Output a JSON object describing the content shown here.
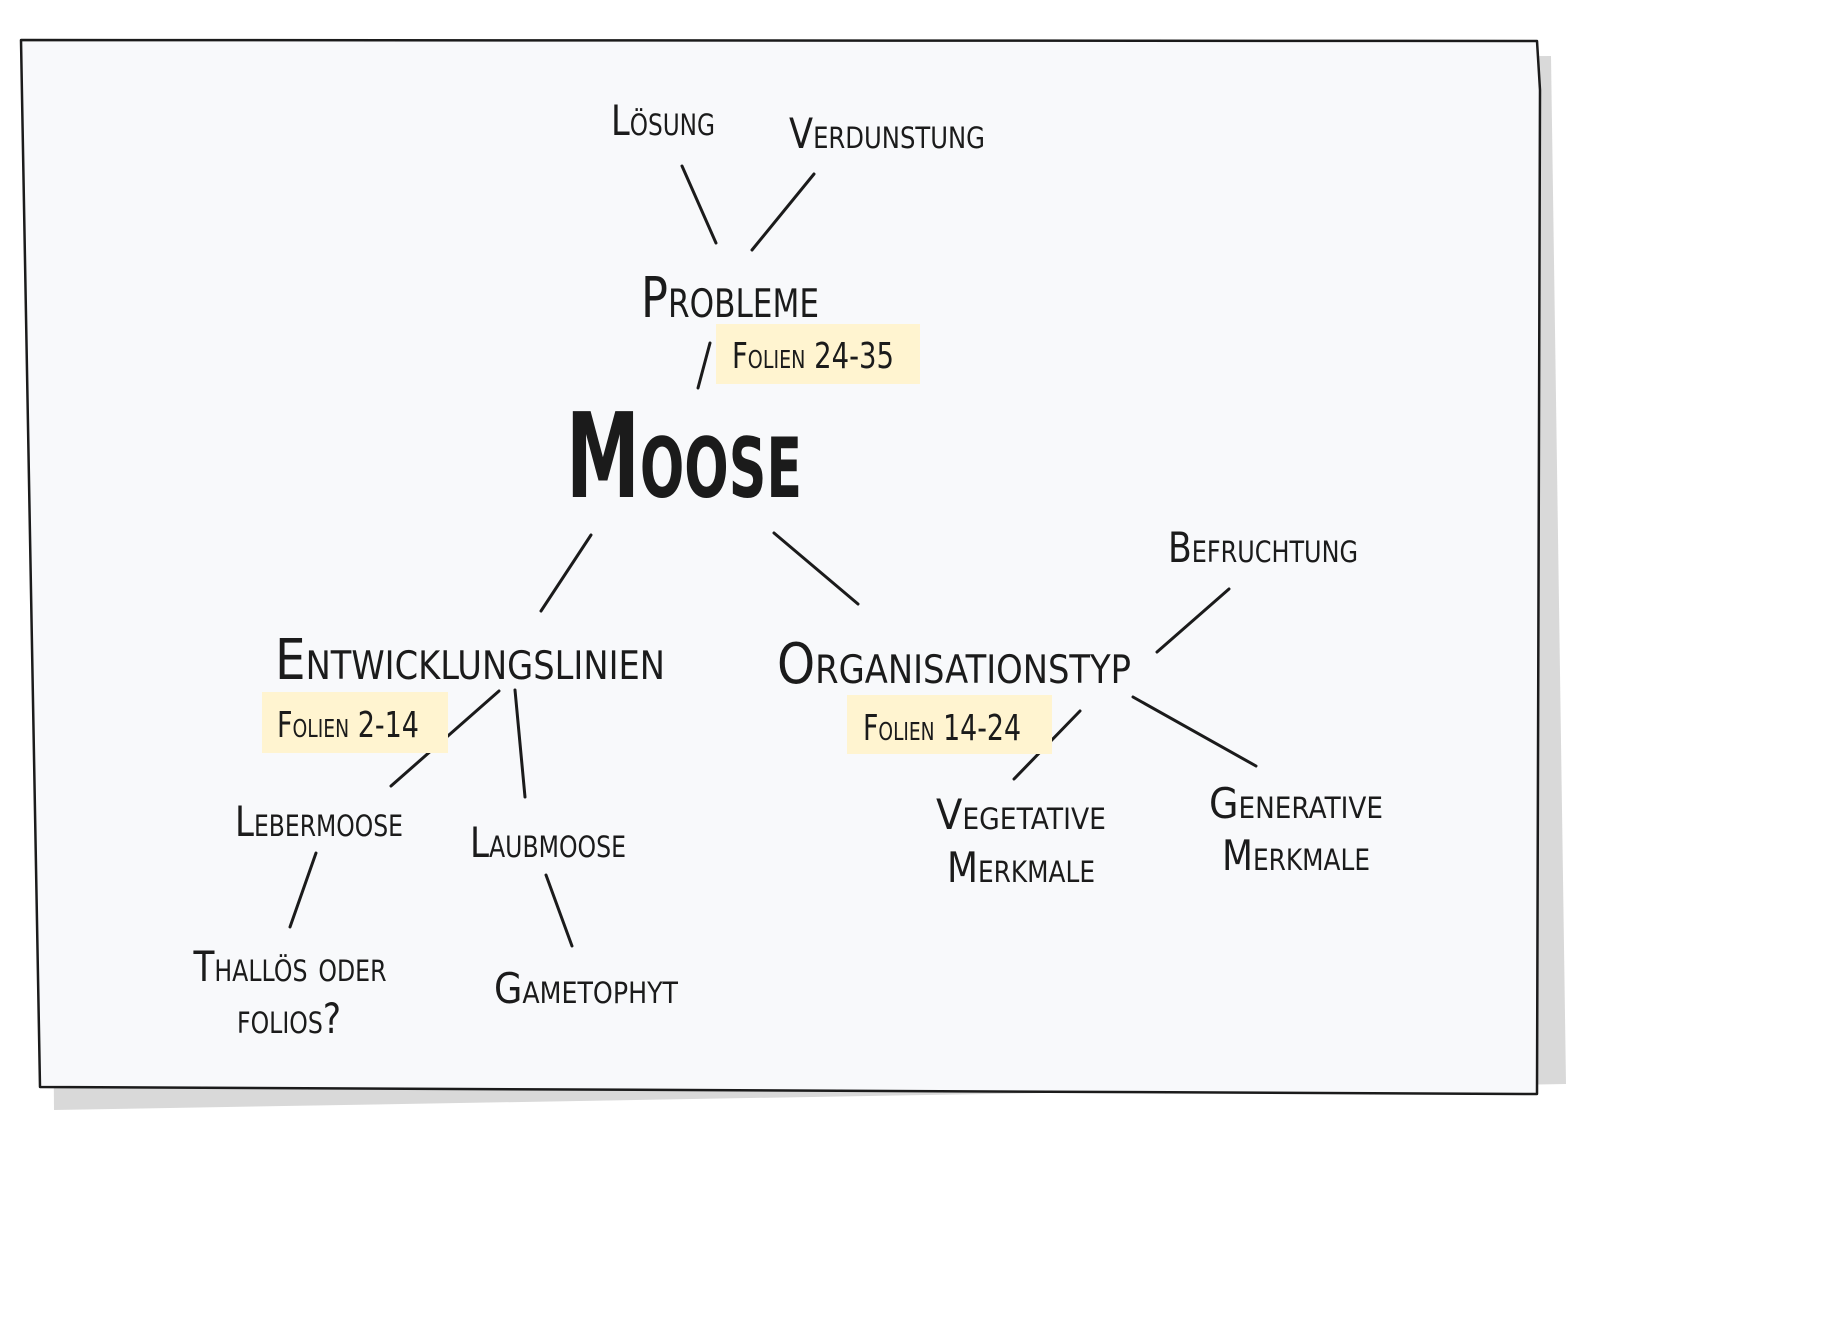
{
  "diagram": {
    "central_topic": "Moose",
    "branches": {
      "probleme": {
        "label": "Probleme",
        "note": "Folien 24-35",
        "children": [
          "Lösung",
          "Verdunstung"
        ]
      },
      "entwicklungslinien": {
        "label": "Entwicklungslinien",
        "note": "Folien 2-14",
        "children": {
          "lebermoose": {
            "label": "Lebermoose",
            "detail_line1": "Thallös oder",
            "detail_line2": "folios?"
          },
          "laubmoose": {
            "label": "Laubmoose",
            "detail": "Gametophyt"
          }
        }
      },
      "organisationstyp": {
        "label": "Organisationstyp",
        "note": "Folien 14-24",
        "children": {
          "befruchtung": "Befruchtung",
          "vegetative_line1": "Vegetative",
          "vegetative_line2": "Merkmale",
          "generative_line1": "Generative",
          "generative_line2": "Merkmale"
        }
      }
    },
    "colors": {
      "paper": "#f8f9fb",
      "ink": "#1b1b1b",
      "note_highlight": "#fff4d0",
      "shadow": "#d9d9d9"
    }
  }
}
